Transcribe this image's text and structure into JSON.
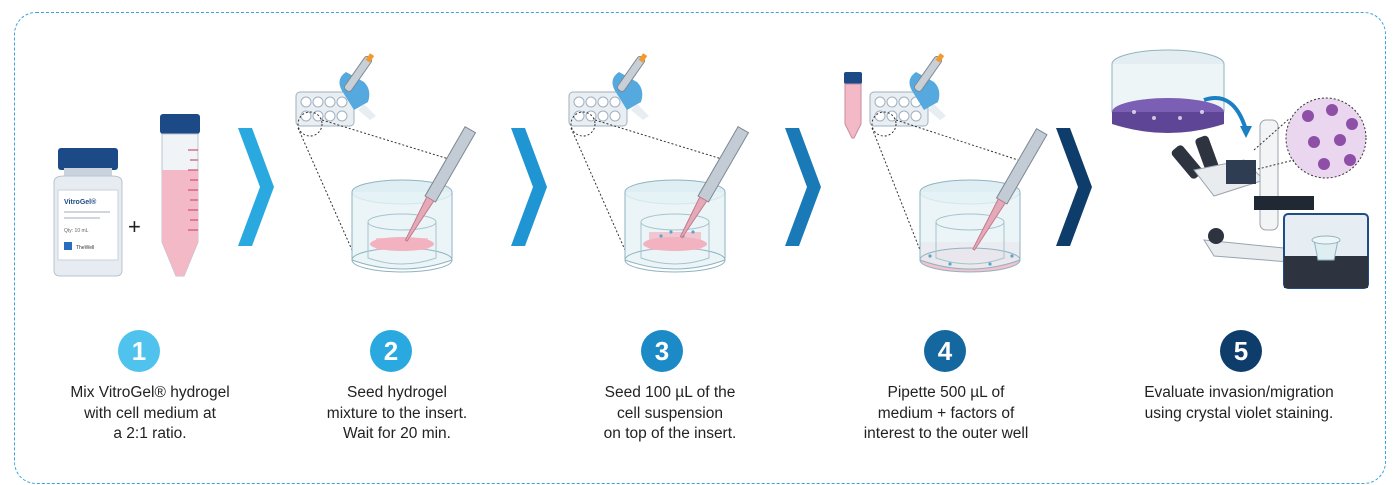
{
  "colors": {
    "frame": "#3aa3d8",
    "step1": "#4fc3ee",
    "step2": "#2aa9e0",
    "step3": "#1b8ac6",
    "step4": "#15689f",
    "step5": "#0f3d6b"
  },
  "vial_label": {
    "brand": "VitroGel®",
    "qty": "Qty: 10 mL",
    "maker": "TheWell"
  },
  "plus_sign": "+",
  "steps": [
    {
      "number": "1",
      "caption": [
        "Mix VitroGel® hydrogel",
        "with cell medium at",
        "a 2:1 ratio."
      ]
    },
    {
      "number": "2",
      "caption": [
        "Seed hydrogel",
        "mixture to the insert.",
        "Wait for 20 min."
      ]
    },
    {
      "number": "3",
      "caption": [
        "Seed 100 µL of the",
        "cell suspension",
        "on top of the insert."
      ]
    },
    {
      "number": "4",
      "caption": [
        "Pipette 500 µL of",
        "medium + factors of",
        "interest to the outer well"
      ]
    },
    {
      "number": "5",
      "caption": [
        "Evaluate invasion/migration",
        "using crystal violet staining."
      ]
    }
  ],
  "icons": [
    "vial-icon",
    "conical-tube-icon",
    "well-plate-icon",
    "gloved-hand-pipette-icon",
    "transwell-insert-icon",
    "microscope-icon",
    "stained-cells-icon",
    "chevron-right-icon"
  ]
}
